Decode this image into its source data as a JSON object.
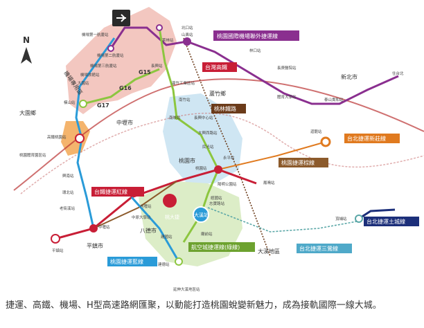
{
  "north_letter": "N",
  "regions": {
    "airport": "機場專用區",
    "dayuan": "大園鄉",
    "zhongli": "中壢市",
    "luzhu": "蘆竹鄉",
    "taoyuan": "桃園市",
    "bade": "八德市",
    "pingzhen": "平鎮市",
    "daxi": "大溪地區",
    "newtaipei": "新北市"
  },
  "labels": {
    "airport_mrt": "桃園國際機場聯外捷運線",
    "hsr": "台灣高鐵",
    "taolin": "桃林鐵路",
    "xinzhuang": "台北捷運新莊線",
    "brown": "桃園捷運棕線",
    "red": "台鐵捷運紅線",
    "tucheng": "台北捷運土城線",
    "sanying": "台北捷運三鶯線",
    "blue": "桃園捷運藍線",
    "green": "航空城捷運線(綠線)",
    "daxi_circle": "大溪站",
    "taoda_circle": "桃大捷"
  },
  "g_labels": [
    "G15",
    "G16",
    "G17"
  ],
  "stations": {
    "airport_t1": "機場第一航廈站",
    "airport_t2": "機場第二航廈站",
    "airport_t3": "機場第三航廈站",
    "airport_hotel": "機場旅館站",
    "dayuan": "大園站",
    "hengshan": "橫山站",
    "hsr_station": "高鐵桃園站",
    "sports_park": "桃園體育園區站",
    "xingnan": "興南站",
    "huanbei": "環北站",
    "laojie": "老街溪站",
    "zhongli": "中壢站",
    "pingzhen": "平鎮站",
    "kengkou": "坑口站",
    "shanbi": "山鼻站",
    "linkou": "林口站",
    "changgeng": "長庚醫院站",
    "tiyu": "體育大學站",
    "taishan": "泰山貴和站",
    "xinzhuang_end": "住台北",
    "jianlin": "萊林站",
    "changxing": "長興站",
    "luzhu_ind": "蘆竹工業區站",
    "nankan": "南竹站",
    "nankan2": "南崁站",
    "baishi": "長興中心站",
    "daxing": "大興西路站",
    "minsheng": "民光站",
    "yongan": "永平站",
    "taoyuan": "桃園站",
    "yangming": "陽明公園站",
    "huilong": "迴龍站",
    "fengming": "鳳鳴站",
    "dingpu": "頂埔站",
    "daxi_area": "志寶路站",
    "dayuan_stn": "內壢站",
    "zhongyuan": "中原大學站",
    "chuanggao": "建國站",
    "songshan": "建德站",
    "miao": "廟前站",
    "yanxi": "延伸大溪地區站",
    "jingguo": "經國站"
  },
  "caption": "捷運、高鐵、機場、H型高速路網匯聚，以動能打造桃園蛻變新魅力，成為接軌國際一線大城。"
}
